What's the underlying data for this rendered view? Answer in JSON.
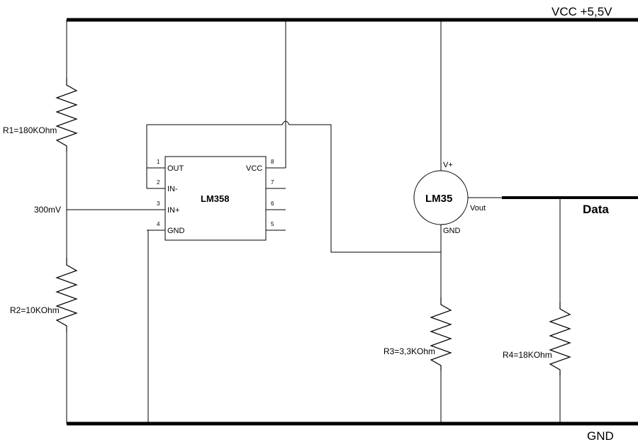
{
  "rails": {
    "vcc_label": "VCC +5,5V",
    "gnd_label": "GND"
  },
  "data_label": "Data",
  "divider": {
    "r1_label": "R1=180KOhm",
    "r2_label": "R2=10KOhm",
    "mid_label": "300mV"
  },
  "lm358": {
    "name": "LM358",
    "pins": [
      {
        "num": "1",
        "name": "OUT"
      },
      {
        "num": "2",
        "name": "IN-"
      },
      {
        "num": "3",
        "name": "IN+"
      },
      {
        "num": "4",
        "name": "GND"
      },
      {
        "num": "5",
        "name": ""
      },
      {
        "num": "6",
        "name": ""
      },
      {
        "num": "7",
        "name": ""
      },
      {
        "num": "8",
        "name": "VCC"
      }
    ]
  },
  "lm35": {
    "name": "LM35",
    "vplus": "V+",
    "vout": "Vout",
    "gnd": "GND"
  },
  "resistors": {
    "r3_label": "R3=3,3KOhm",
    "r4_label": "R4=18KOhm"
  }
}
